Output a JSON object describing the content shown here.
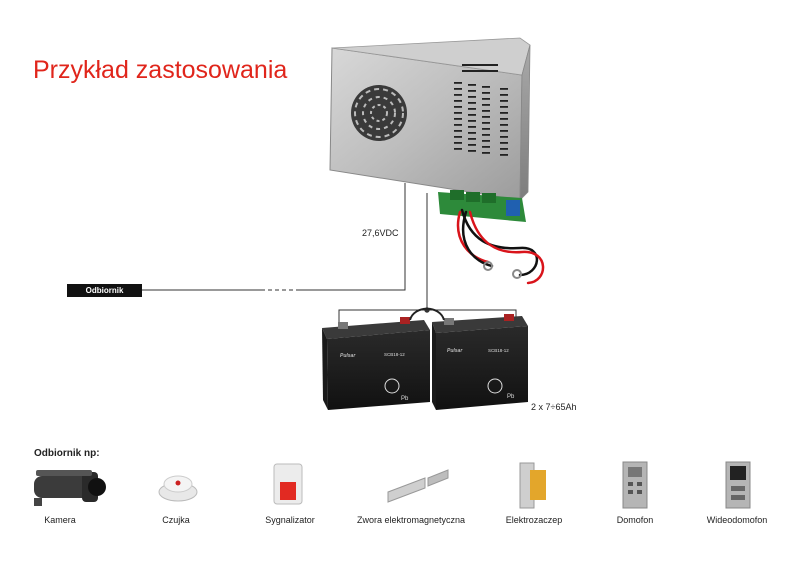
{
  "title": "Przykład zastosowania",
  "supply_voltage": "27,6VDC",
  "receiver_tag": "Odbiornik",
  "battery_capacity": "2 x 7÷65Ah",
  "battery_model": "SCB18-12",
  "battery_brand": "Pulsar",
  "battery_symbol": "Pb",
  "examples_heading": "Odbiornik np:",
  "devices": [
    {
      "label": "Kamera",
      "icon": "cctv-camera-icon"
    },
    {
      "label": "Czujka",
      "icon": "smoke-detector-icon"
    },
    {
      "label": "Sygnalizator",
      "icon": "siren-icon"
    },
    {
      "label": "Zwora elektromagnetyczna",
      "icon": "electromagnetic-lock-icon"
    },
    {
      "label": "Elektrozaczep",
      "icon": "electric-strike-icon"
    },
    {
      "label": "Domofon",
      "icon": "intercom-panel-icon"
    },
    {
      "label": "Wideodomofon",
      "icon": "video-intercom-panel-icon"
    }
  ],
  "colors": {
    "title": "#e0251b",
    "wire": "#333333",
    "cable_red": "#d9141b",
    "cable_black": "#111111"
  }
}
